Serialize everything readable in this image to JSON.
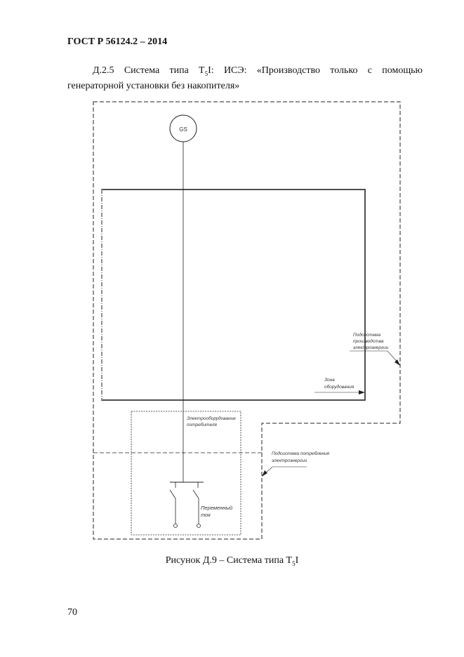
{
  "header": {
    "title": "ГОСТ Р 56124.2  – 2014"
  },
  "section": {
    "line1_prefix": "Д.2.5 Система типа Т",
    "line1_sub": "5",
    "line1_suffix": "I: ИСЭ: «Производство только с помощью",
    "line2": "генераторной установки без накопителя»"
  },
  "diagram": {
    "generator": "GS",
    "labels": {
      "production_subsystem": [
        "Подсистема",
        "производства",
        "электроэнергии"
      ],
      "equipment_zone": [
        "Зона",
        "оборудования"
      ],
      "consumer_equipment": [
        "Электрооборудование",
        "потребителя"
      ],
      "consumption_subsystem": [
        "Подсистема потребления",
        "электроэнергии"
      ],
      "ac": [
        "Переменный",
        "ток"
      ]
    }
  },
  "caption": {
    "prefix": "Рисунок Д.9 – Система типа Т",
    "sub": "5",
    "suffix": "I"
  },
  "page_number": "70"
}
